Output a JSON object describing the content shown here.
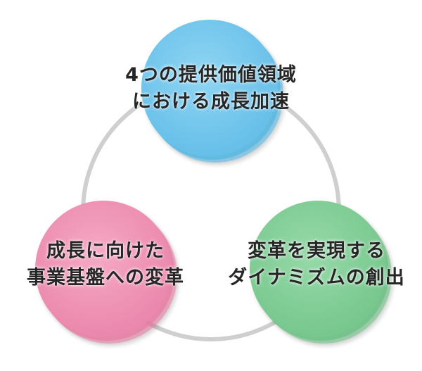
{
  "nodes": [
    {
      "id": "top",
      "lines": [
        "4つの提供価値領域",
        "における成長加速"
      ],
      "color": "#6fc6ec",
      "shadow": "#4eb0dc"
    },
    {
      "id": "left",
      "lines": [
        "成長に向けた",
        "事業基盤への変革"
      ],
      "color": "#ee8fb1",
      "shadow": "#e2759c"
    },
    {
      "id": "right",
      "lines": [
        "変革を実現する",
        "ダイナミズムの創出"
      ],
      "color": "#7fcc94",
      "shadow": "#64ba7c"
    }
  ],
  "connector_color": "#cfcfcf"
}
